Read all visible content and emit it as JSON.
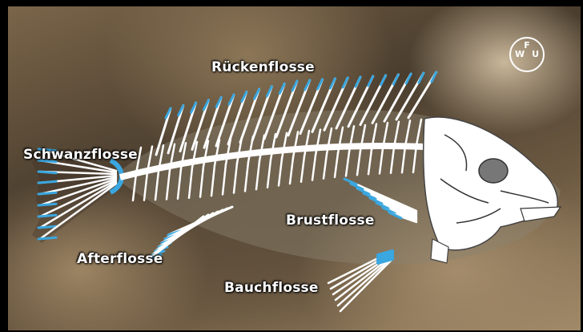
{
  "labels": {
    "dorsal_fin": "Rückenflosse",
    "tail_fin": "Schwanzflosse",
    "pectoral_fin": "Brustflosse",
    "anal_fin": "Afterflosse",
    "pelvic_fin": "Bauchflosse"
  },
  "logo": {
    "top": "F",
    "left": "W",
    "right": "U"
  },
  "colors": {
    "fin_highlight": "#3aa7e0",
    "bone": "#ffffff"
  }
}
